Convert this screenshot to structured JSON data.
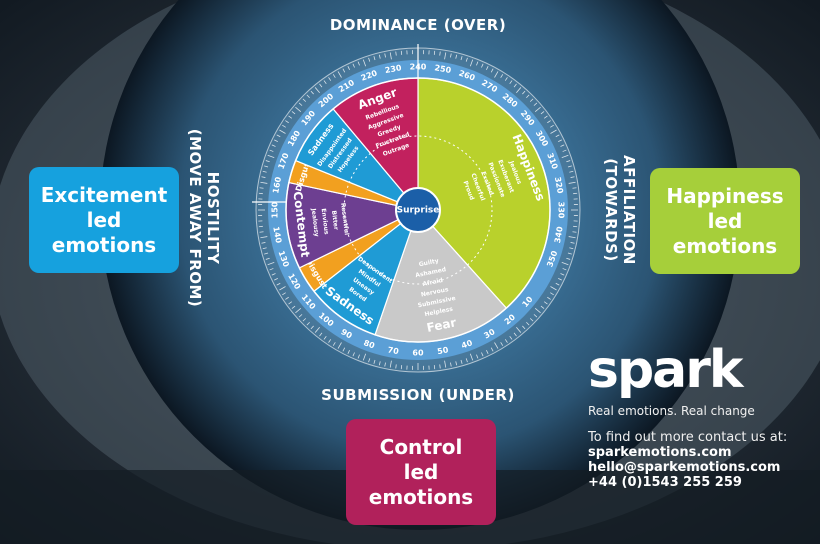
{
  "axes": {
    "top": "DOMINANCE (OVER)",
    "bottom": "SUBMISSION (UNDER)",
    "left": [
      "HOSTILITY",
      "(MOVE AWAY FROM)"
    ],
    "right": [
      "AFFILIATION",
      "(TOWARDS)"
    ]
  },
  "boxes": {
    "excitement": [
      "Excitement",
      "led",
      "emotions"
    ],
    "happiness": [
      "Happiness",
      "led",
      "emotions"
    ],
    "control": [
      "Control",
      "led",
      "emotions"
    ]
  },
  "brand": {
    "logo": "spark",
    "tagline": "Real emotions. Real change",
    "contact_intro": "To find out more contact us at:",
    "website": "sparkemotions.com",
    "email": "hello@sparkemotions.com",
    "phone": "+44 (0)1543 255 259"
  },
  "wheel": {
    "center": "Surprise",
    "degree_labels": [
      "10",
      "20",
      "30",
      "40",
      "50",
      "60",
      "70",
      "80",
      "90",
      "100",
      "110",
      "120",
      "130",
      "140",
      "150",
      "160",
      "170",
      "180",
      "190",
      "200",
      "210",
      "220",
      "230",
      "240",
      "250",
      "260",
      "270",
      "280",
      "290",
      "300",
      "310",
      "320",
      "330",
      "340",
      "350"
    ],
    "segments": [
      {
        "name": "Happiness",
        "color": "#b9d12c",
        "start": 0,
        "end": 138,
        "words": [
          "Happiness",
          "Jealous",
          "Exuberant",
          "Passionate",
          "Excited",
          "Cheerful",
          "Proud",
          "Ecstatic"
        ]
      },
      {
        "name": "Fear",
        "color": "#c9c9c9",
        "start": 138,
        "end": 199,
        "words": [
          "Fear",
          "Helpless",
          "Submissive",
          "Nervous",
          "Afraid",
          "Ashamed",
          "Guilty"
        ]
      },
      {
        "name": "Sadness",
        "color": "#1f9bd5",
        "start": 199,
        "end": 232,
        "words": [
          "Sadness",
          "Bored",
          "Uneasy",
          "Mindful",
          "Despondent"
        ]
      },
      {
        "name": "Disgust",
        "color": "#f2a01f",
        "start": 232,
        "end": 244,
        "words": [
          "Disgust"
        ]
      },
      {
        "name": "Contempt",
        "color": "#6d3f91",
        "start": 244,
        "end": 282,
        "words": [
          "Contempt",
          "Jealousy",
          "Envious",
          "Bitter",
          "Resentful"
        ]
      },
      {
        "name": "Disgust",
        "color": "#f2a01f",
        "start": 282,
        "end": 292,
        "words": [
          "Disgust"
        ]
      },
      {
        "name": "Sadness",
        "color": "#1f9bd5",
        "start": 292,
        "end": 320,
        "words": [
          "Sadness",
          "Disappointed",
          "Distressed",
          "Hopeless"
        ]
      },
      {
        "name": "Anger",
        "color": "#c2215e",
        "start": 320,
        "end": 360,
        "words": [
          "Anger",
          "Rebellious",
          "Aggressive",
          "Greedy",
          "Frustrated",
          "Outrage"
        ]
      }
    ]
  },
  "colors": {
    "excitement": "#16a1de",
    "happiness": "#a6cf3a",
    "control": "#b1215b",
    "ring": "#5b9fd6"
  }
}
